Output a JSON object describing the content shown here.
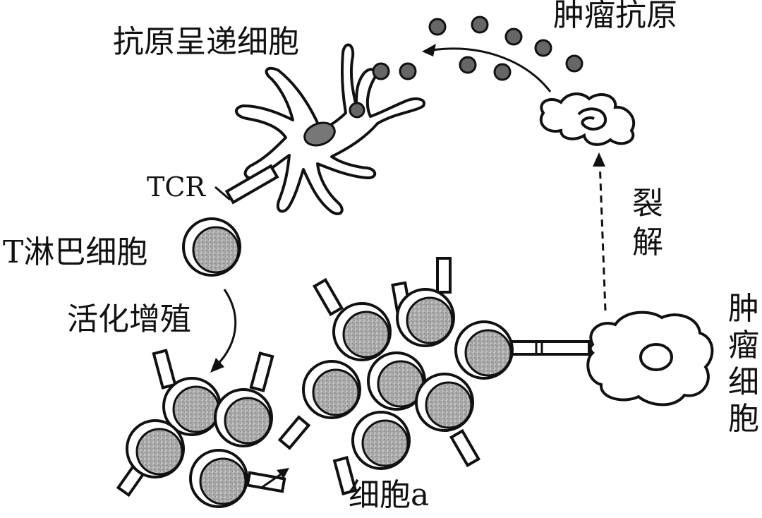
{
  "labels": {
    "apc": "抗原呈递细胞",
    "tumor_antigen": "肿瘤抗原",
    "tcr": "TCR",
    "t_cell": "T淋巴细胞",
    "activate": "活化增殖",
    "lysis_1": "裂",
    "lysis_2": "解",
    "tumor_cell_1": "肿",
    "tumor_cell_2": "瘤",
    "tumor_cell_3": "细",
    "tumor_cell_4": "胞",
    "cell_a": "细胞a"
  }
}
